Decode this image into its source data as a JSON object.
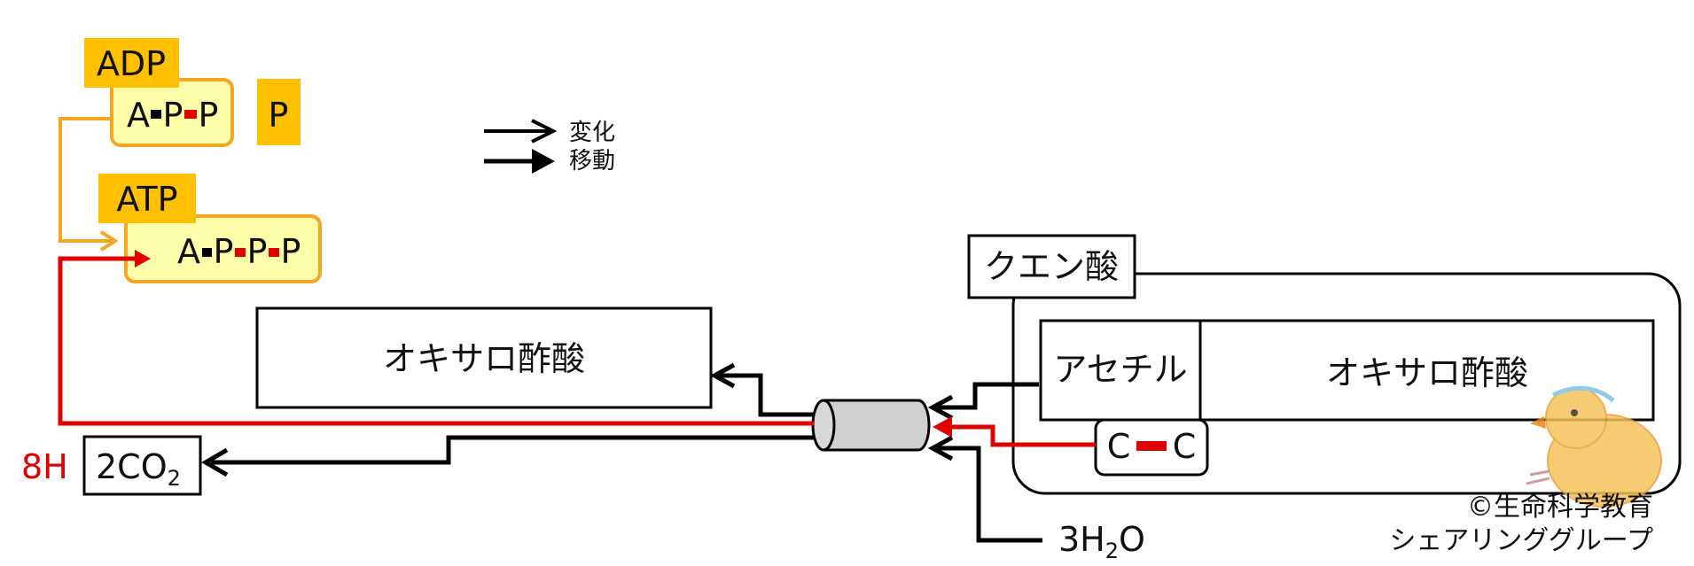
{
  "adp": {
    "label": "ADP",
    "mol_a": "A",
    "mol_p1": "P",
    "mol_p2": "P"
  },
  "phosphate": {
    "label": "P"
  },
  "atp": {
    "label": "ATP",
    "mol_a": "A",
    "mol_p1": "P",
    "mol_p2": "P",
    "mol_p3": "P"
  },
  "legend": {
    "change": "変化",
    "move": "移動"
  },
  "left_box": {
    "label": "オキサロ酢酸"
  },
  "citric": {
    "label": "クエン酸",
    "acetyl": "アセチル",
    "oxalo": "オキサロ酢酸",
    "c_left": "C",
    "c_right": "C"
  },
  "products": {
    "h": "8H",
    "co2_main": "2CO",
    "co2_sub": "2"
  },
  "water": {
    "main_a": "3H",
    "sub": "2",
    "main_b": "O"
  },
  "credit": {
    "line1": "©生命科学教育",
    "line2": "シェアリンググループ"
  },
  "colors": {
    "orange_fill": "#FFC000",
    "light_yellow": "#FFFFAA",
    "orange_stroke": "#F5A623",
    "red": "#E00000",
    "black": "#000000",
    "gray": "#D0D0D0"
  }
}
